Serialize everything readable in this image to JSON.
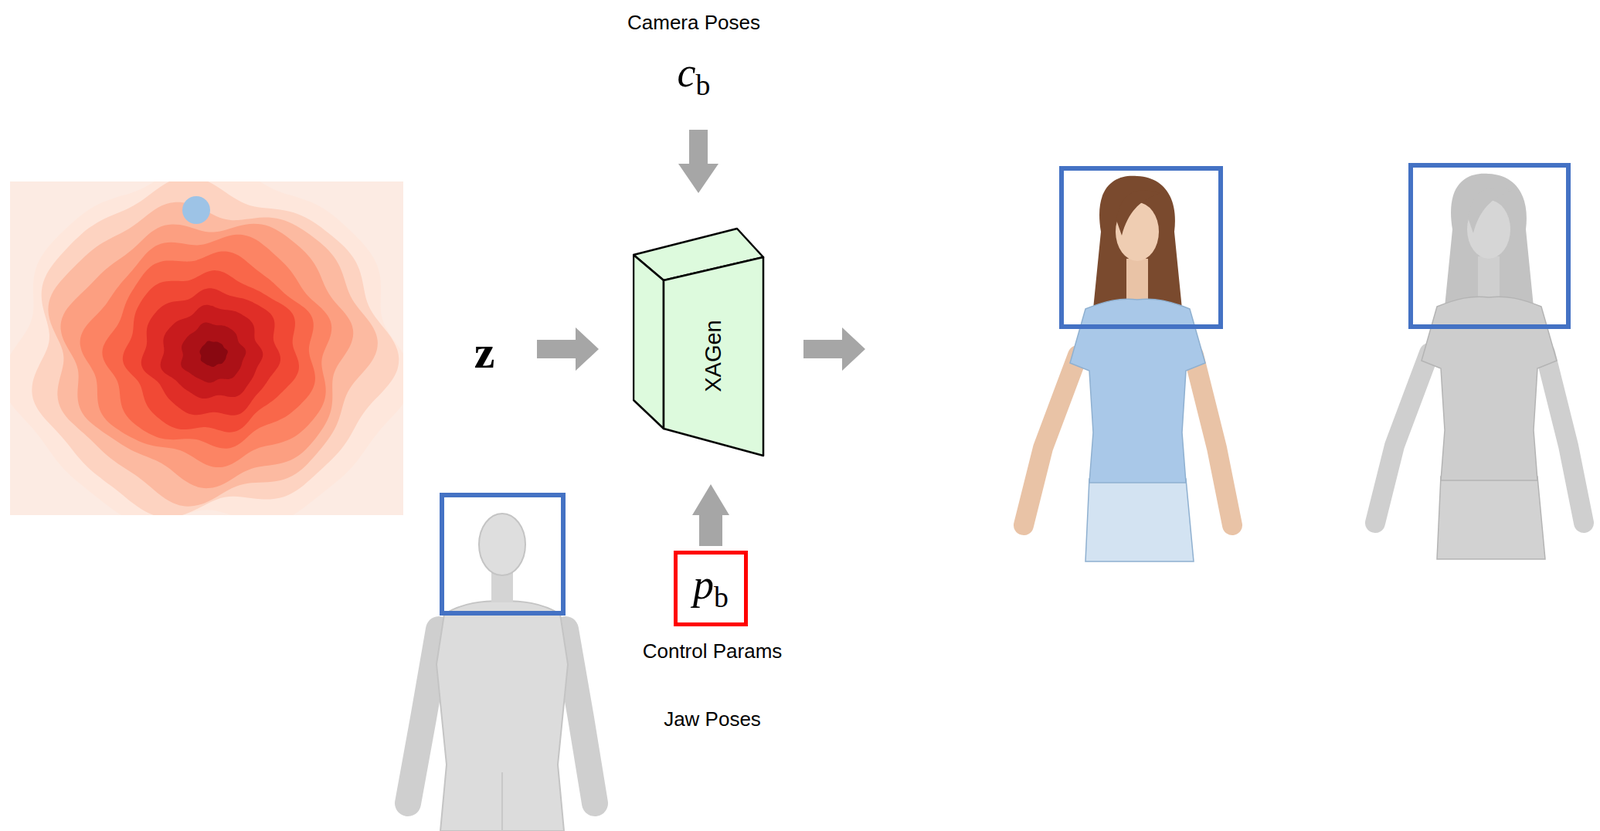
{
  "diagram": {
    "nodes": [
      {
        "text": [
          "XAGen"
        ]
      },
      {
        "text": [
          "pb"
        ]
      }
    ],
    "edges": [
      {
        "from": 1,
        "to": 0,
        "arrow": "to"
      }
    ],
    "labels": [
      "Camera Poses",
      "cb",
      "z",
      "Control Params",
      "Jaw Poses"
    ]
  }
}
